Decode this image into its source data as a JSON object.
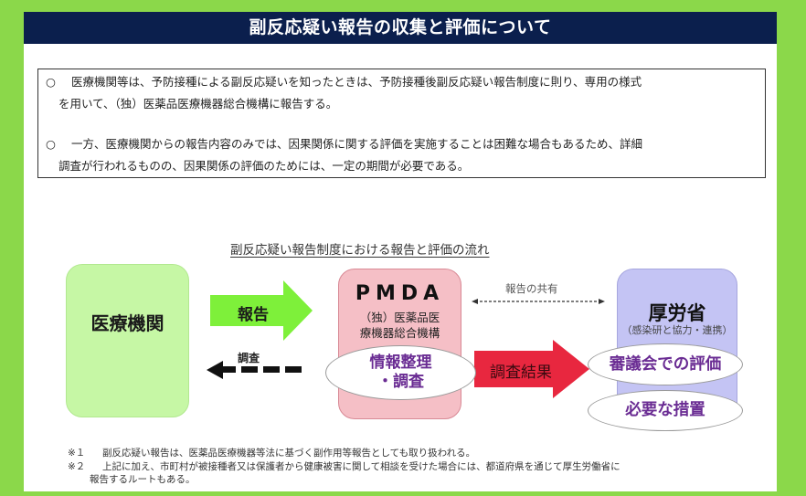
{
  "header": {
    "title": "副反応疑い報告の収集と評価について"
  },
  "summary": {
    "bullet": "○",
    "paragraphs": [
      {
        "line1": "医療機関等は、予防接種による副反応疑いを知ったときは、予防接種後副反応疑い報告制度に則り、専用の様式",
        "line2": "を用いて、（独）医薬品医療機器総合機構に報告する。"
      },
      {
        "line1": "一方、医療機関からの報告内容のみでは、因果関係に関する評価を実施することは困難な場合もあるため、詳細",
        "line2": "調査が行われるものの、因果関係の評価のためには、一定の期間が必要である。"
      }
    ]
  },
  "flow": {
    "title": "副反応疑い報告制度における報告と評価の流れ",
    "nodes": {
      "hospital": {
        "label": "医療機関"
      },
      "pmda": {
        "title": "PMDA",
        "subtitle_line1": "（独）医薬品医",
        "subtitle_line2": "療機器総合機構",
        "action_line1": "情報整理",
        "action_line2": "・調査"
      },
      "mhlw": {
        "title": "厚労省",
        "subtitle": "（感染研と協力・連携）",
        "action1": "審議会での評価",
        "action2": "必要な措置"
      }
    },
    "arrows": {
      "report": "報告",
      "investigation": "調査",
      "sharing": "報告の共有",
      "result": "調査結果"
    }
  },
  "notes": [
    {
      "mark": "※１",
      "text": "副反応疑い報告は、医薬品医療機器等法に基づく副作用等報告としても取り扱われる。"
    },
    {
      "mark": "※２",
      "text": "上記に加え、市町村が被接種者又は保護者から健康被害に関して相談を受けた場合には、都道府県を通じて厚生労働省に",
      "text2": "報告するルートもある。"
    }
  ],
  "colors": {
    "frame": "#8bd84a",
    "header_bg": "#0b1f4d",
    "hospital": "#c6f7a5",
    "pmda": "#f5bfc6",
    "mhlw": "#c4c4f4",
    "report_arrow": "#7ef03a",
    "result_arrow": "#e8273f",
    "oval_text": "#6a2c93"
  }
}
